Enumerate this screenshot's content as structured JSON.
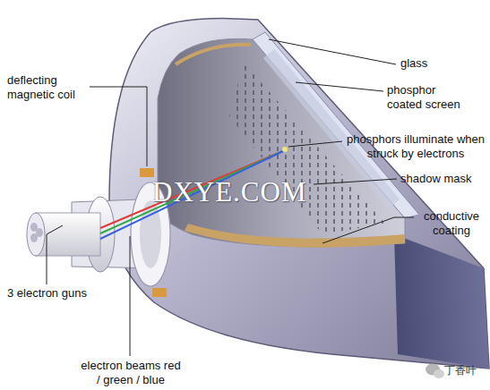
{
  "diagram": {
    "labels": [
      "deflecting magnetic coil",
      "glass",
      "phosphor coated screen",
      "phosphors illuminate when struck by electrons",
      "shadow mask",
      "conductive coating",
      "DXYE.COM",
      "3 electron guns",
      "electron beams red / green / blue",
      "丁香叶"
    ]
  }
}
